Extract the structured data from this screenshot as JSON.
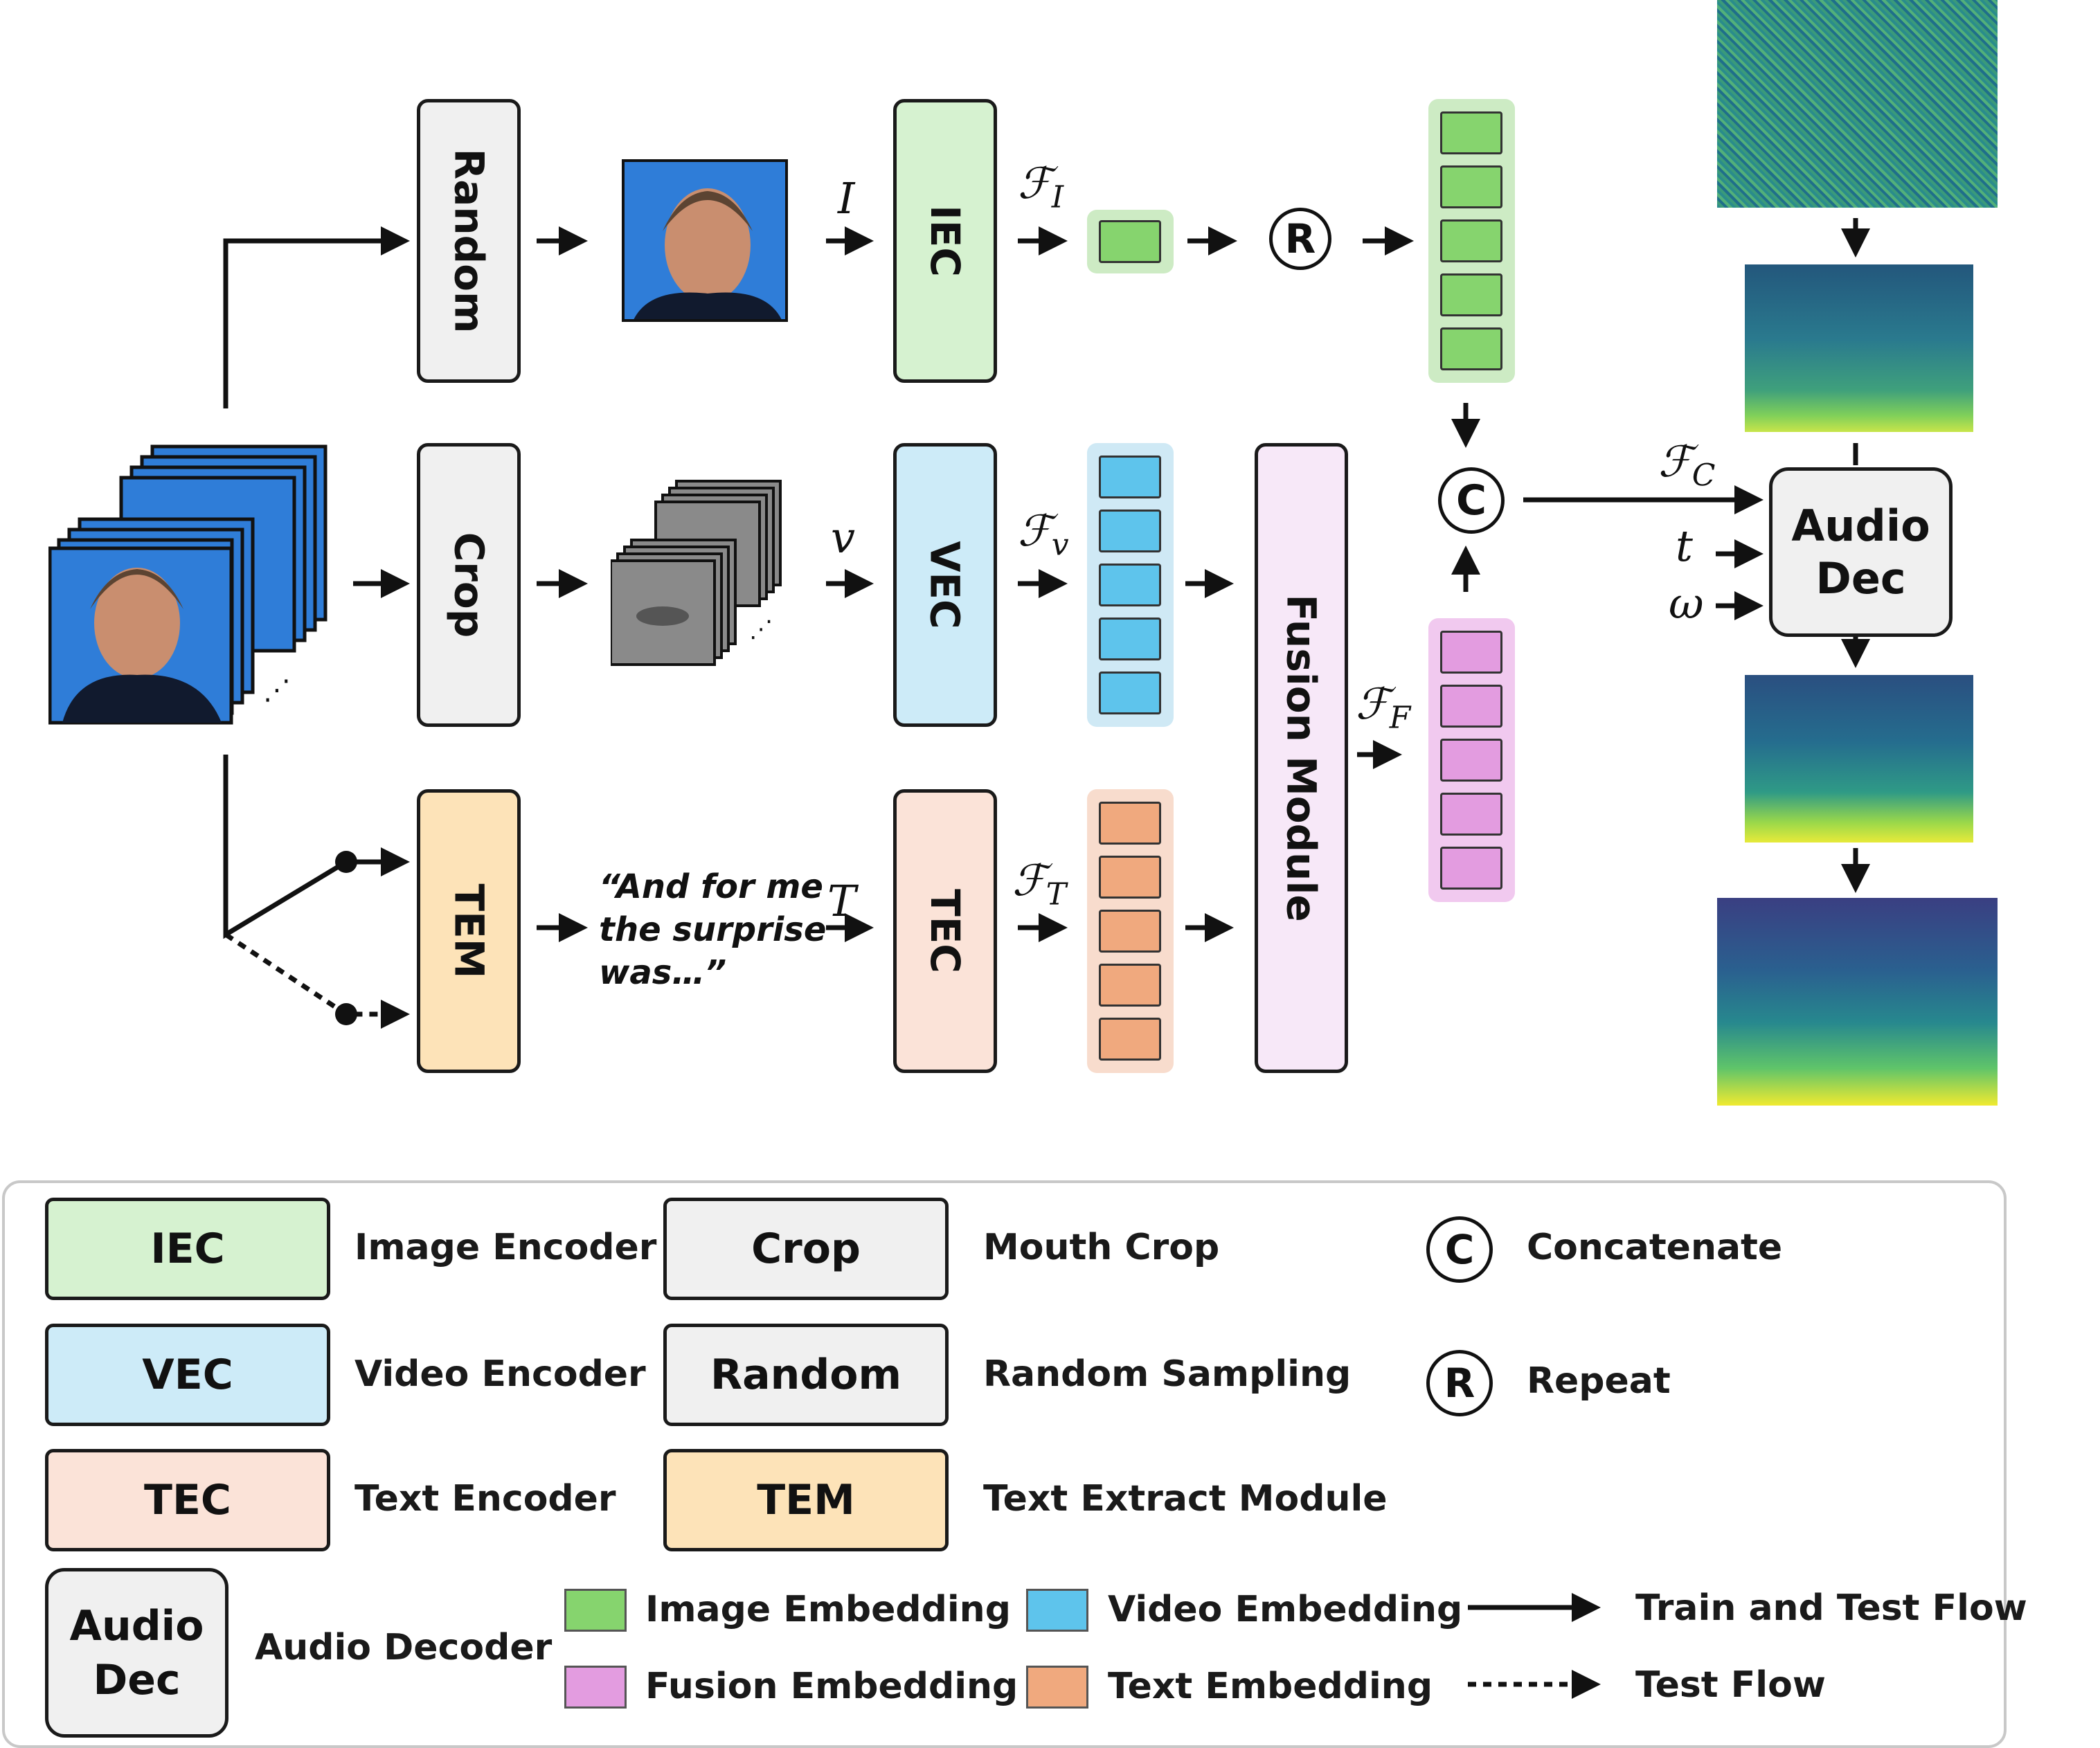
{
  "modules": {
    "random": "Random",
    "crop": "Crop",
    "tem": "TEM",
    "iec": "IEC",
    "vec": "VEC",
    "tec": "TEC",
    "fusion": "Fusion Module",
    "audio_dec_line1": "Audio",
    "audio_dec_line2": "Dec"
  },
  "symbols": {
    "image_var": "I",
    "video_var": "v",
    "text_var": "T",
    "f_image": "F_I",
    "f_video": "F_v",
    "f_text": "F_T",
    "f_fusion": "F_F",
    "f_concat": "F_C",
    "t": "t",
    "omega": "ω",
    "concat_op": "C",
    "repeat_op": "R"
  },
  "transcript": {
    "line1": "“And for me",
    "line2": "the surprise",
    "line3": "was…”"
  },
  "legend": {
    "iec_box": "IEC",
    "iec_desc": "Image Encoder",
    "vec_box": "VEC",
    "vec_desc": "Video Encoder",
    "tec_box": "TEC",
    "tec_desc": "Text Encoder",
    "crop_box": "Crop",
    "crop_desc": "Mouth Crop",
    "random_box": "Random",
    "random_desc": "Random Sampling",
    "tem_box": "TEM",
    "tem_desc": "Text Extract Module",
    "concat_symbol": "C",
    "concat_desc": "Concatenate",
    "repeat_symbol": "R",
    "repeat_desc": "Repeat",
    "audio_box_line1": "Audio",
    "audio_box_line2": "Dec",
    "audio_desc": "Audio Decoder",
    "image_emb": "Image Embedding",
    "video_emb": "Video Embedding",
    "fusion_emb": "Fusion Embedding",
    "text_emb": "Text Embedding",
    "train_test_flow": "Train and Test Flow",
    "test_flow": "Test Flow"
  },
  "colors": {
    "iec": "#d6f2d0",
    "vec": "#cdebf8",
    "tec": "#fbe3d8",
    "tem": "#fde3b8",
    "grey": "#f0f0f0",
    "fusion": "#f7e8f8",
    "image_emb": "#86d46e",
    "video_emb": "#5ec4ec",
    "text_emb": "#f0a97e",
    "fusion_emb": "#e39ce0",
    "image_emb_bg": "#cdebc4",
    "video_emb_bg": "#cfe9f5",
    "text_emb_bg": "#f8dccd",
    "fusion_emb_bg": "#f1c9ef"
  }
}
